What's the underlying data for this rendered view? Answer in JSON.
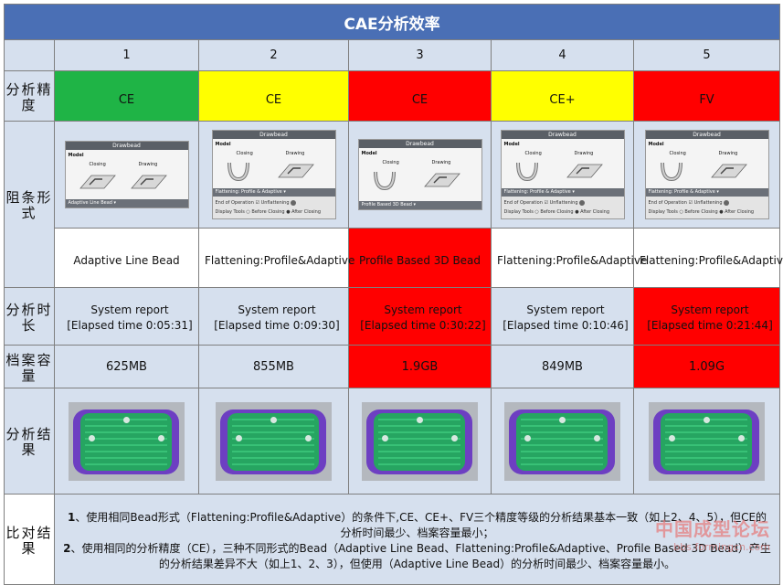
{
  "title": "CAE分析效率",
  "columns": [
    "1",
    "2",
    "3",
    "4",
    "5"
  ],
  "rows": {
    "precision": {
      "label": "分析精度",
      "cells": [
        {
          "text": "CE",
          "bg": "#1fb446"
        },
        {
          "text": "CE",
          "bg": "#ffff00"
        },
        {
          "text": "CE",
          "bg": "#ff0000"
        },
        {
          "text": "CE+",
          "bg": "#ffff00"
        },
        {
          "text": "FV",
          "bg": "#ff0000"
        }
      ]
    },
    "bead": {
      "label": "阻条形式",
      "dialog": {
        "header": "Drawbead",
        "model": "Model",
        "closing": "Closing",
        "drawing": "Drawing",
        "end_of_operation": "End of Operation",
        "unflattening": "Unflattening",
        "display_tools": "Display Tools",
        "before_closing": "Before Closing",
        "after_closing": "After Closing"
      },
      "cells": [
        {
          "bar": "Adaptive Line Bead",
          "variant": "line",
          "name": "Adaptive Line Bead",
          "bg": "#ffffff"
        },
        {
          "bar": "Flattening: Profile & Adaptive",
          "variant": "profile-full",
          "name": "Flattening:Profile&Adaptive",
          "bg": "#ffffff"
        },
        {
          "bar": "Profile Based 3D Bead",
          "variant": "profile-3d",
          "name": "Profile Based 3D Bead",
          "bg": "#ff0000"
        },
        {
          "bar": "Flattening: Profile & Adaptive",
          "variant": "profile-full",
          "name": "Flattening:Profile&Adaptive",
          "bg": "#ffffff"
        },
        {
          "bar": "Flattening: Profile & Adaptive",
          "variant": "profile-full",
          "name": "Flattening:Profile&Adaptive",
          "bg": "#ffffff"
        }
      ]
    },
    "time": {
      "label": "分析时长",
      "cells": [
        {
          "line1": "System report",
          "line2": "[Elapsed time 0:05:31]",
          "bg": "#d6e0ee"
        },
        {
          "line1": "System report",
          "line2": "[Elapsed time 0:09:30]",
          "bg": "#d6e0ee"
        },
        {
          "line1": "System report",
          "line2": "[Elapsed time 0:30:22]",
          "bg": "#ff0000"
        },
        {
          "line1": "System report",
          "line2": "[Elapsed time 0:10:46]",
          "bg": "#d6e0ee"
        },
        {
          "line1": "System report",
          "line2": "[Elapsed time 0:21:44]",
          "bg": "#ff0000"
        }
      ]
    },
    "size": {
      "label": "档案容量",
      "cells": [
        {
          "text": "625MB",
          "bg": "#d6e0ee"
        },
        {
          "text": "855MB",
          "bg": "#d6e0ee"
        },
        {
          "text": "1.9GB",
          "bg": "#ff0000"
        },
        {
          "text": "849MB",
          "bg": "#d6e0ee"
        },
        {
          "text": "1.09G",
          "bg": "#ff0000"
        }
      ]
    },
    "result": {
      "label": "分析结果"
    },
    "compare": {
      "label": "比对结果",
      "p1_num": "1",
      "p1_text": "、使用相同Bead形式（Flattening:Profile&Adaptive）的条件下,CE、CE+、FV三个精度等级的分析结果基本一致（如上2、4、5），但CE的分析时间最少、档案容量最小；",
      "p2_num": "2",
      "p2_text": "、使用相同的分析精度（CE），三种不同形式的Bead（Adaptive Line Bead、Flattening:Profile&Adaptive、Profile Based 3D Bead）产生的分析结果差异不大（如上1、2、3），但使用（Adaptive Line Bead）的分析时间最少、档案容量最小。"
    }
  },
  "watermark": {
    "line1": "中国成型论坛",
    "line2": "bbs.formingcn.com"
  }
}
